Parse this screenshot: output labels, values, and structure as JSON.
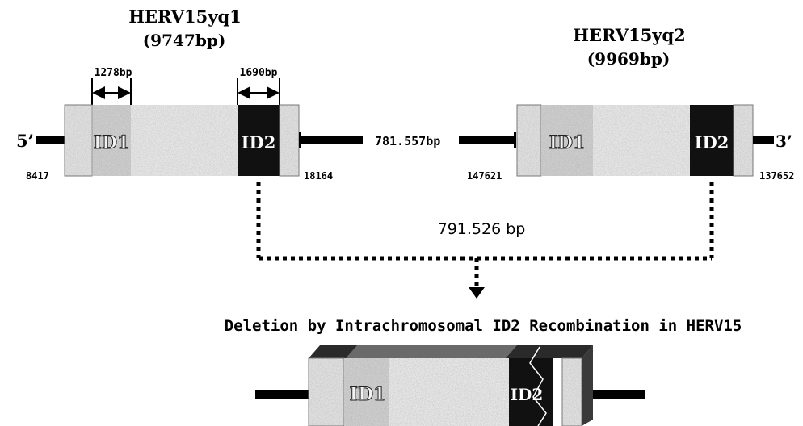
{
  "elements": {
    "element1": {
      "name": "HERV15yq1",
      "size": "(9747bp)",
      "left_coord": "8417",
      "right_coord": "18164"
    },
    "element2": {
      "name": "HERV15yq2",
      "size": "(9969bp)",
      "left_coord": "147621",
      "right_coord": "137652"
    }
  },
  "segments": {
    "id1": "ID1",
    "id2": "ID2"
  },
  "measures": {
    "id1_length": "1278bp",
    "id2_length": "1690bp",
    "intervening": "781.557bp",
    "span": "791.526 bp"
  },
  "ends": {
    "five_prime": "5’",
    "three_prime": "3’"
  },
  "caption": "Deletion by Intrachromosomal ID2 Recombination in HERV15",
  "colors": {
    "id2": "#111111",
    "id1": "#d4d4d4",
    "body": "#e6e6e6",
    "ltr": "#ececec",
    "line": "#000000"
  }
}
